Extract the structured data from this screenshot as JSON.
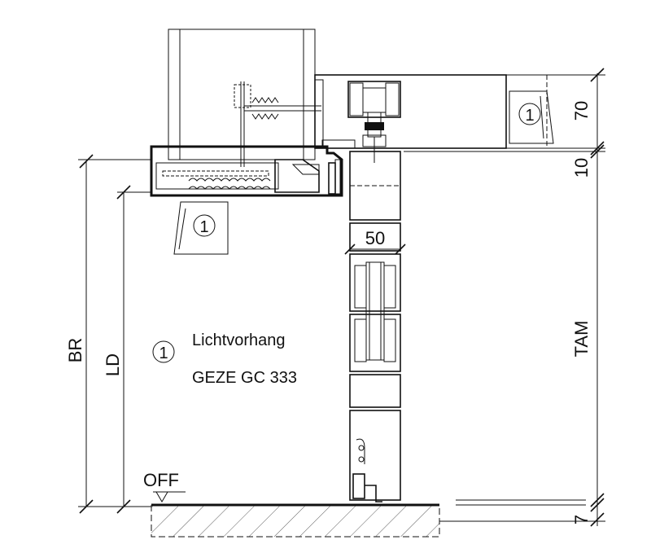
{
  "legend": {
    "marker": "1",
    "line1": "Lichtvorhang",
    "line2": "GEZE GC 333"
  },
  "markers": {
    "top_right": "1",
    "left": "1"
  },
  "dimensions": {
    "br": "BR",
    "ld": "LD",
    "tam": "TAM",
    "d70": "70",
    "d10": "10",
    "d7": "7",
    "d50": "50"
  },
  "floor": {
    "label": "OFF"
  }
}
